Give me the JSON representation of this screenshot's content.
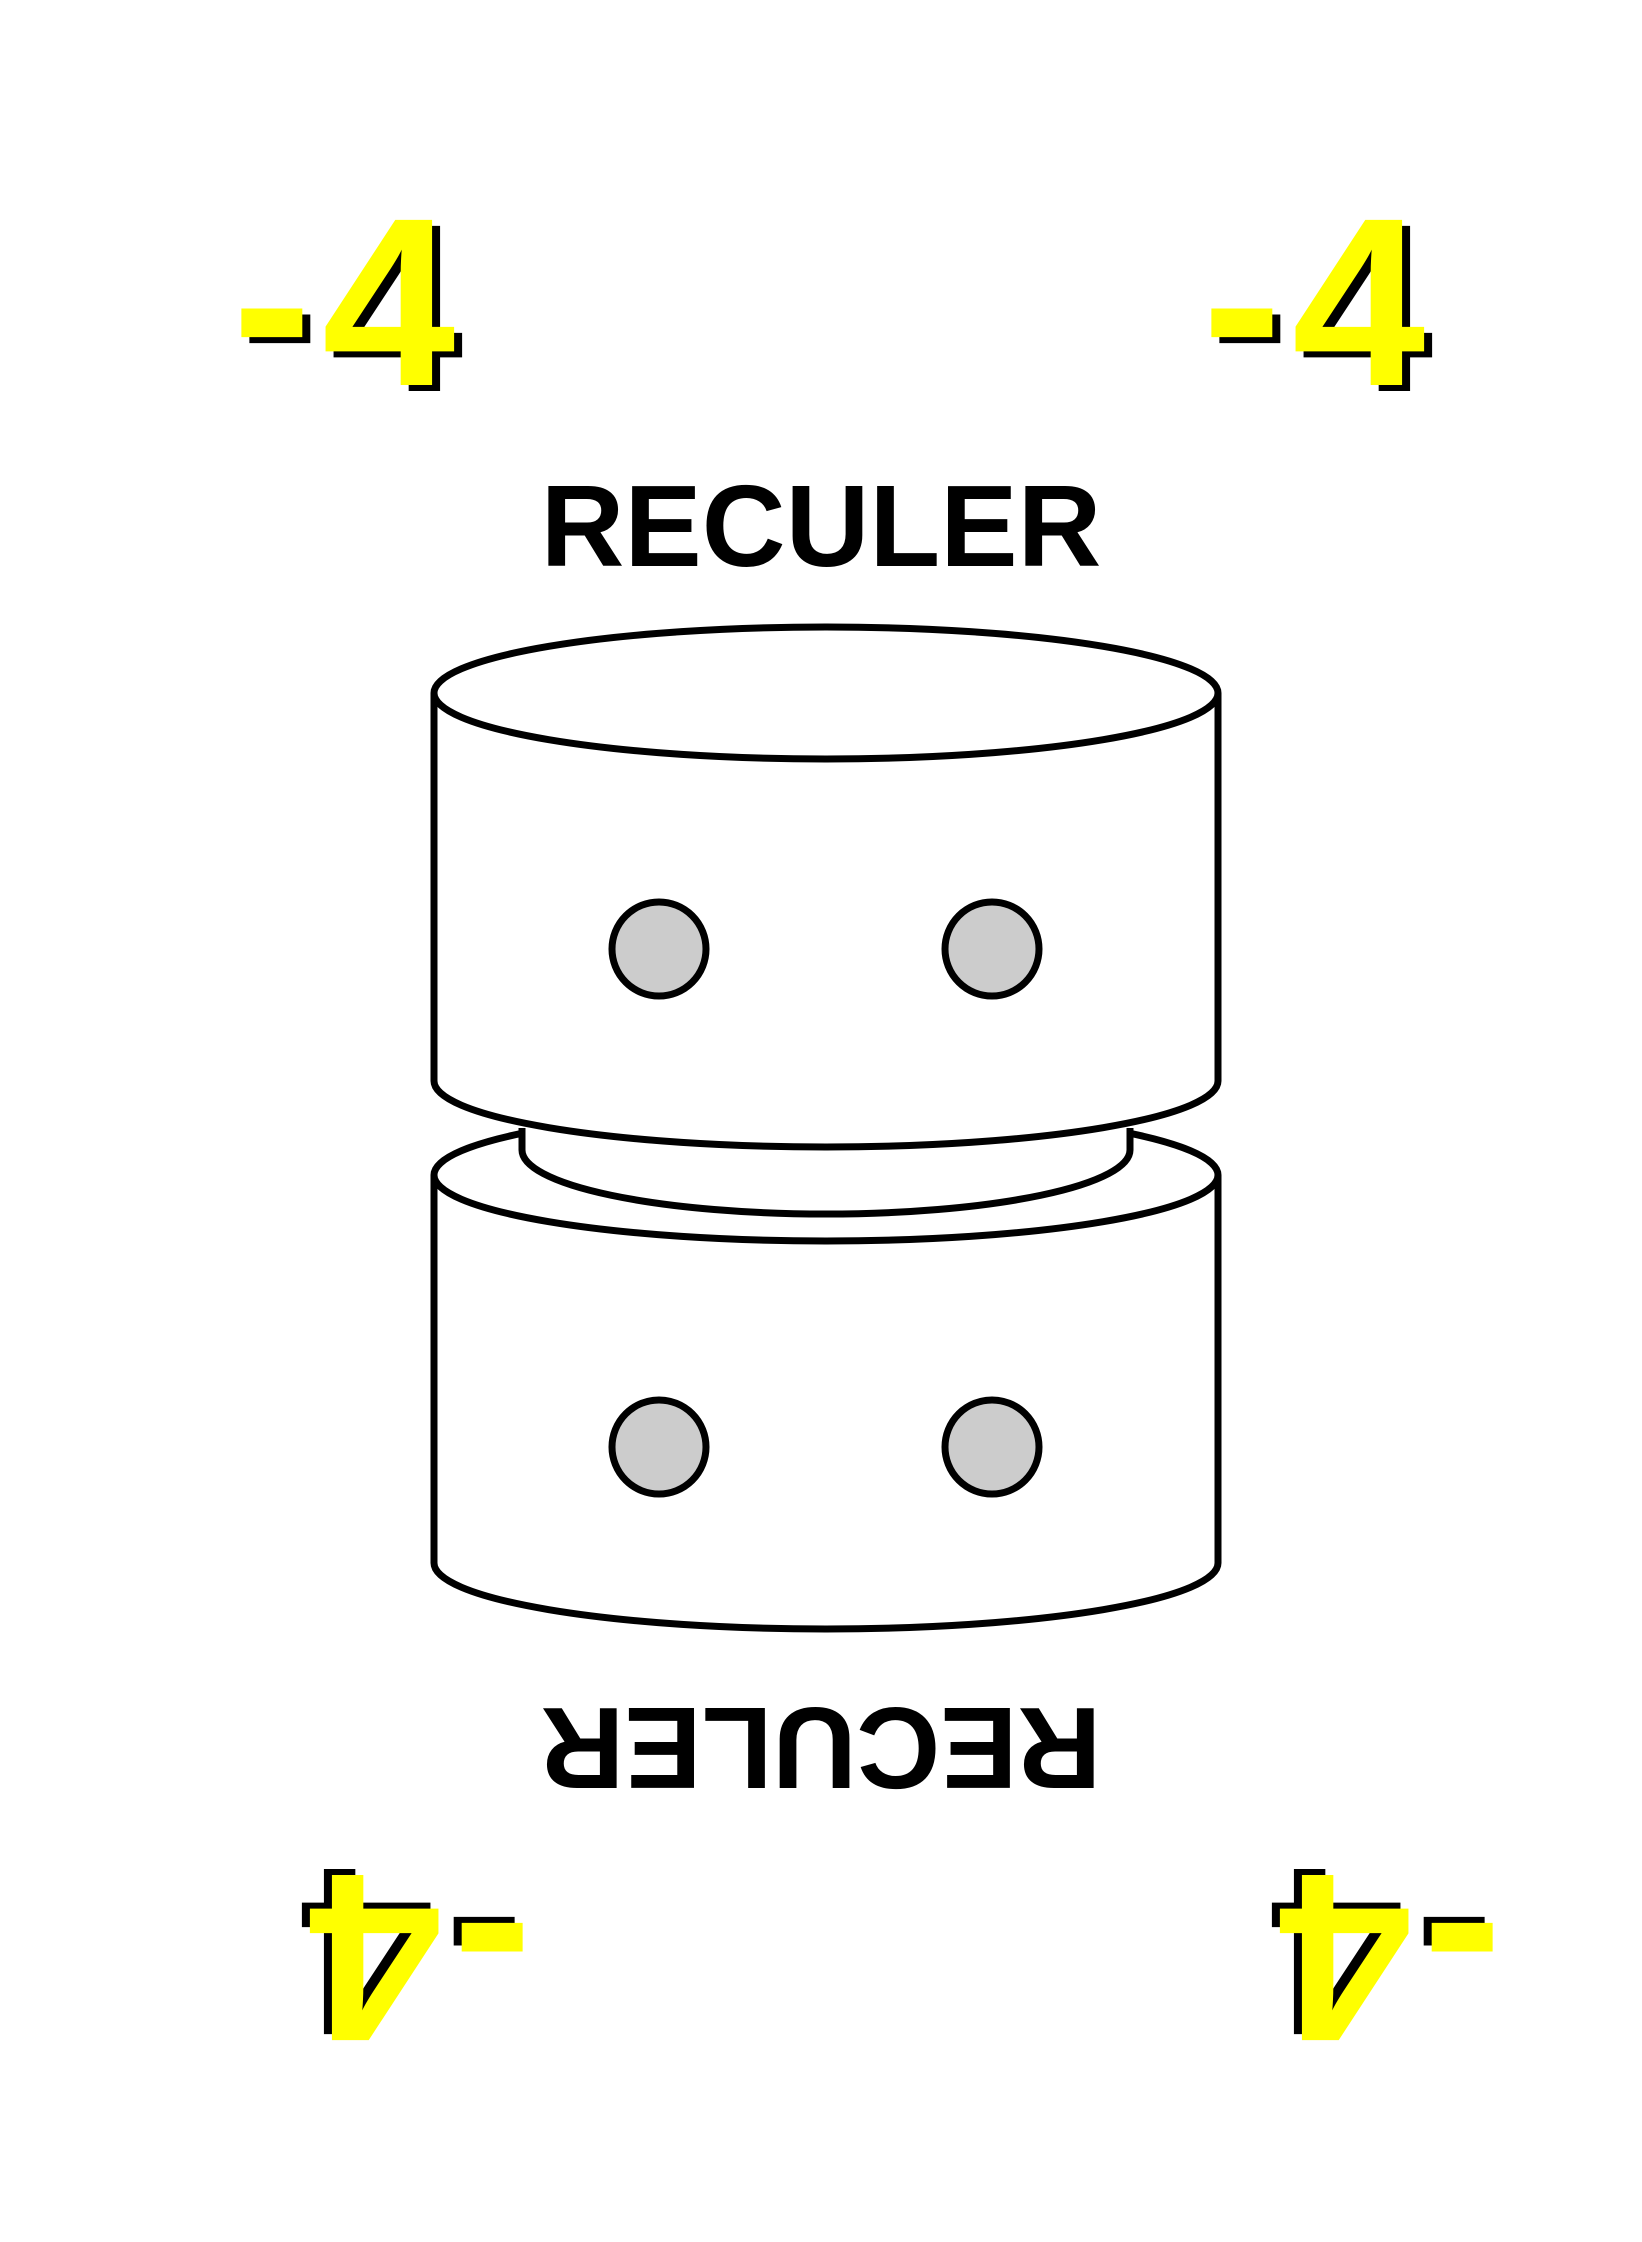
{
  "card": {
    "value": "-4",
    "name": "RECULER"
  },
  "colors": {
    "value_fill": "#ffff00",
    "value_shadow": "#000000",
    "outline": "#000000",
    "pip_fill": "#cccccc",
    "background": "#ffffff"
  },
  "illustration": {
    "icon": "stacked-cylinders-icon",
    "pips_per_cylinder": 2
  }
}
